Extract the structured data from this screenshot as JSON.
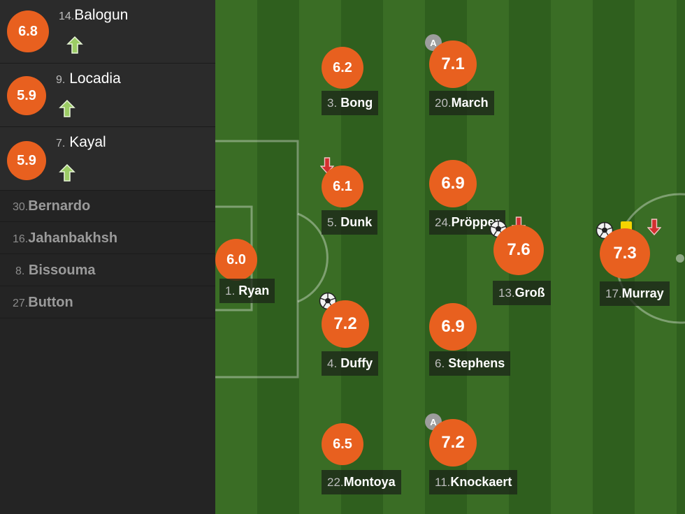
{
  "substitutes": [
    {
      "rating": "6.8",
      "number": "14.",
      "name": "Balogun",
      "arrow": "up-arrow-icon"
    },
    {
      "rating": "5.9",
      "number": "9.",
      "name": "Locadia",
      "arrow": "up-arrow-icon"
    },
    {
      "rating": "5.9",
      "number": "7.",
      "name": "Kayal",
      "arrow": "up-arrow-icon"
    }
  ],
  "bench": [
    {
      "number": "30.",
      "name": "Bernardo"
    },
    {
      "number": "16.",
      "name": "Jahanbakhsh"
    },
    {
      "number": "8.",
      "name": "Bissouma"
    },
    {
      "number": "27.",
      "name": "Button"
    }
  ],
  "pitch": {
    "players": {
      "ryan": {
        "rating": "6.0",
        "number": "1.",
        "name": "Ryan"
      },
      "bong": {
        "rating": "6.2",
        "number": "3.",
        "name": "Bong"
      },
      "march": {
        "rating": "7.1",
        "number": "20.",
        "name": "March",
        "badge": "A"
      },
      "dunk": {
        "rating": "6.1",
        "number": "5.",
        "name": "Dunk"
      },
      "propper": {
        "rating": "6.9",
        "number": "24.",
        "name": "Pröpper"
      },
      "gross": {
        "rating": "7.6",
        "number": "13.",
        "name": "Groß"
      },
      "murray": {
        "rating": "7.3",
        "number": "17.",
        "name": "Murray"
      },
      "duffy": {
        "rating": "7.2",
        "number": "4.",
        "name": "Duffy"
      },
      "stephens": {
        "rating": "6.9",
        "number": "6.",
        "name": "Stephens"
      },
      "montoya": {
        "rating": "6.5",
        "number": "22.",
        "name": "Montoya"
      },
      "knockaert": {
        "rating": "7.2",
        "number": "11.",
        "name": "Knockaert",
        "badge": "A"
      }
    }
  },
  "colors": {
    "rating": "#e8601f",
    "sub_arrow": "#9ccc65",
    "sub_off_arrow": "#d32f2f",
    "yellow_card": "#f5d400",
    "pitch_dark": "#2f5f1e",
    "pitch_light": "#3a6d25"
  }
}
